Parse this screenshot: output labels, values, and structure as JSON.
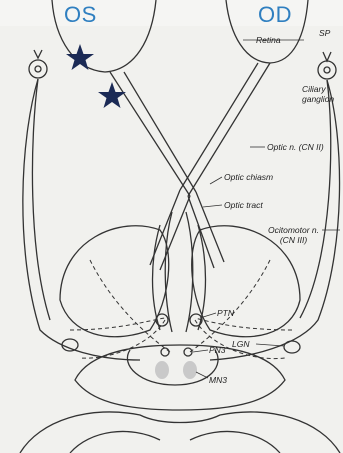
{
  "eye_labels": {
    "left": "OS",
    "right": "OD"
  },
  "labels": {
    "retina": "Retina",
    "sp": "SP",
    "ciliary_ganglion": "Ciliary\nganglion",
    "optic_nerve": "Optic n. (CN II)",
    "optic_chiasm": "Optic chiasm",
    "optic_tract": "Optic tract",
    "oculomotor_nerve": "Ocitomotor n.\n(CN III)",
    "ptn": "PTN",
    "lgn": "LGN",
    "pn3": "PN3",
    "mn3": "MN3"
  },
  "colors": {
    "eye_label": "#2f7fc0",
    "lesion_star": "#1b2a55",
    "line": "#333333"
  },
  "lesion_markers": [
    "star-icon",
    "star-icon"
  ]
}
